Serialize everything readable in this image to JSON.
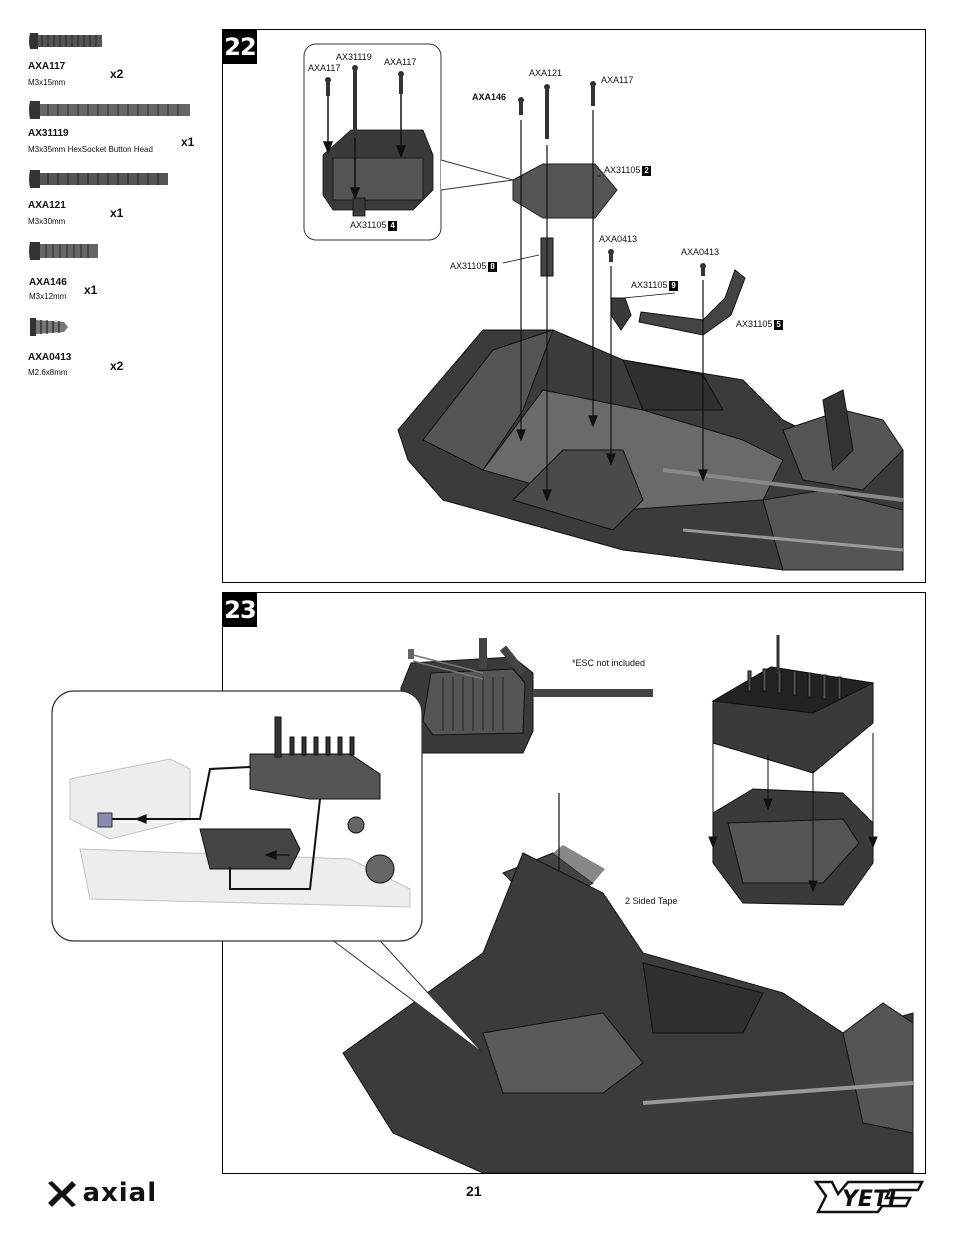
{
  "parts": [
    {
      "code": "AXA117",
      "size": "M3x15mm",
      "qty": "x2"
    },
    {
      "code": "AX31119",
      "size": "M3x35mm HexSocket Button Head",
      "qty": "x1"
    },
    {
      "code": "AXA121",
      "size": "M3x30mm",
      "qty": "x1"
    },
    {
      "code": "AXA146",
      "size": "M3x12mm",
      "qty": "x1"
    },
    {
      "code": "AXA0413",
      "size": "M2.6x8mm",
      "qty": "x2"
    }
  ],
  "step22": {
    "number": "22",
    "inset_labels": {
      "axa117_left": "AXA117",
      "ax31119": "AX31119",
      "axa117_right": "AXA117",
      "ax31105": "AX31105",
      "ax31105_num": "4"
    },
    "labels": {
      "axa121": "AXA121",
      "axa117": "AXA117",
      "axa146": "AXA146",
      "ax31105_2": "AX31105",
      "num2": "2",
      "axa0413_a": "AXA0413",
      "axa0413_b": "AXA0413",
      "ax31105_8": "AX31105",
      "num8": "8",
      "ax31105_9": "AX31105",
      "num9": "9",
      "ax31105_5": "AX31105",
      "num5": "5"
    }
  },
  "step23": {
    "number": "23",
    "esc_note": "*ESC not included",
    "tape": "2 Sided Tape"
  },
  "footer": {
    "brand": "axial",
    "page": "21",
    "model": "YETI"
  },
  "colors": {
    "panel_border": "#000000",
    "part_gray": "#4a4a4a",
    "label_box": "#000000"
  }
}
